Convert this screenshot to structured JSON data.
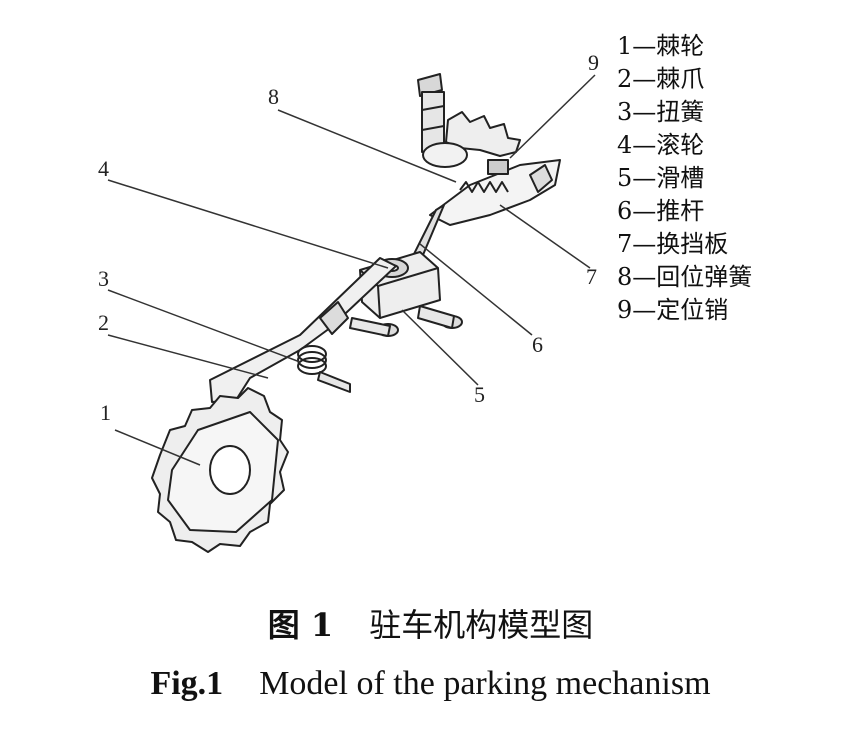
{
  "callouts": [
    "1",
    "2",
    "3",
    "4",
    "5",
    "6",
    "7",
    "8",
    "9"
  ],
  "legend": [
    {
      "text": "1—棘轮"
    },
    {
      "text": "2—棘爪"
    },
    {
      "text": "3—扭簧"
    },
    {
      "text": "4—滚轮"
    },
    {
      "text": "5—滑槽"
    },
    {
      "text": "6—推杆"
    },
    {
      "text": "7—换挡板"
    },
    {
      "text": "8—回位弹簧"
    },
    {
      "text": "9—定位销"
    }
  ],
  "caption_cn": {
    "fig_no": "图 1",
    "title": "驻车机构模型图"
  },
  "caption_en": {
    "fig_no": "Fig.1",
    "title": "Model of the parking mechanism"
  }
}
